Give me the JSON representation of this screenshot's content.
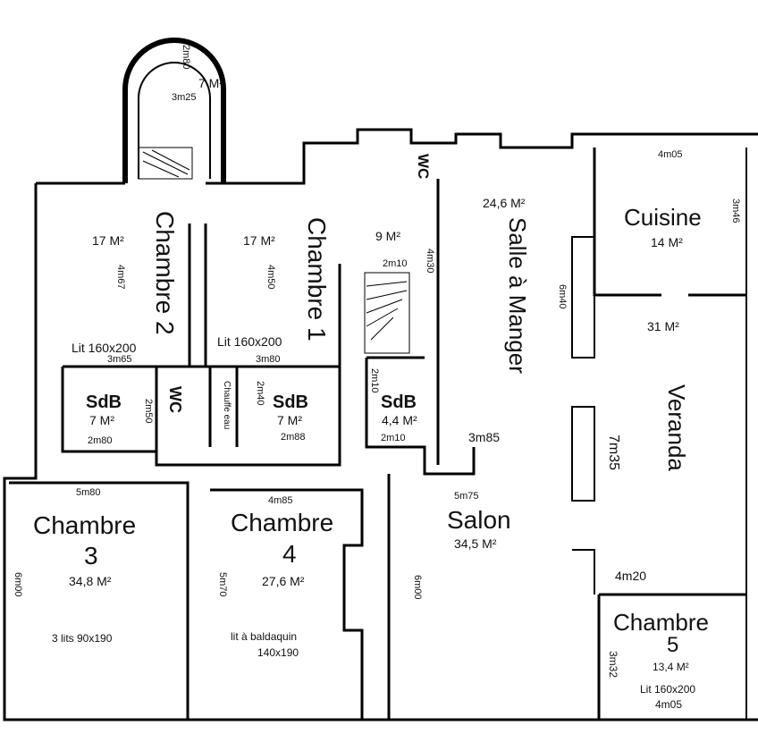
{
  "rooms": {
    "chambre_2": {
      "name": "Chambre 2",
      "area": "17 M²",
      "dim_v": "4m67",
      "dim_h": "3m65",
      "bed": "Lit 160x200"
    },
    "chambre_1": {
      "name": "Chambre 1",
      "area": "17 M²",
      "dim_v": "4m50",
      "dim_h": "3m80",
      "bed": "Lit 160x200"
    },
    "rotunda": {
      "area": "7 M²",
      "dim_v": "2m80",
      "dim_h": "3m25"
    },
    "hall": {
      "area": "9 M²",
      "dim_v": "4m30",
      "dim_h": "2m10"
    },
    "wc_top": {
      "name": "WC"
    },
    "salle_a_manger": {
      "name": "Salle à Manger",
      "area": "24,6 M²",
      "dim_v": "6m40",
      "dim_h": "3m85"
    },
    "cuisine": {
      "name": "Cuisine",
      "area": "14 M²",
      "dim_top": "4m05",
      "dim_v": "3m46"
    },
    "veranda": {
      "name": "Veranda",
      "area": "31 M²",
      "dim_v": "7m35"
    },
    "sdb_1": {
      "name": "SdB",
      "area": "7 M²",
      "dim_v": "2m50",
      "dim_h": "2m80"
    },
    "wc_mid": {
      "name": "WC"
    },
    "chauffe_eau": {
      "name": "Chauffe eau"
    },
    "sdb_2": {
      "name": "SdB",
      "area": "7 M²",
      "dim_v": "2m40",
      "dim_h": "2m88"
    },
    "sdb_3": {
      "name": "SdB",
      "area": "4,4 M²",
      "dim_v": "2m10",
      "dim_h": "2m10"
    },
    "chambre_3": {
      "name_line1": "Chambre",
      "name_line2": "3",
      "area": "34,8 M²",
      "dim_top": "5m80",
      "dim_v": "6m00",
      "bed": "3 lits 90x190"
    },
    "chambre_4": {
      "name_line1": "Chambre",
      "name_line2": "4",
      "area": "27,6 M²",
      "dim_top": "4m85",
      "dim_v": "5m70",
      "bed_line1": "lit à baldaquin",
      "bed_line2": "140x190"
    },
    "salon": {
      "name": "Salon",
      "area": "34,5 M²",
      "dim_top": "5m75",
      "dim_v": "6m00"
    },
    "chambre_5": {
      "name_line1": "Chambre",
      "name_line2": "5",
      "area": "13,4 M²",
      "dim_top": "4m20",
      "dim_v": "3m32",
      "bed": "Lit 160x200",
      "dim_bottom": "4m05"
    }
  }
}
